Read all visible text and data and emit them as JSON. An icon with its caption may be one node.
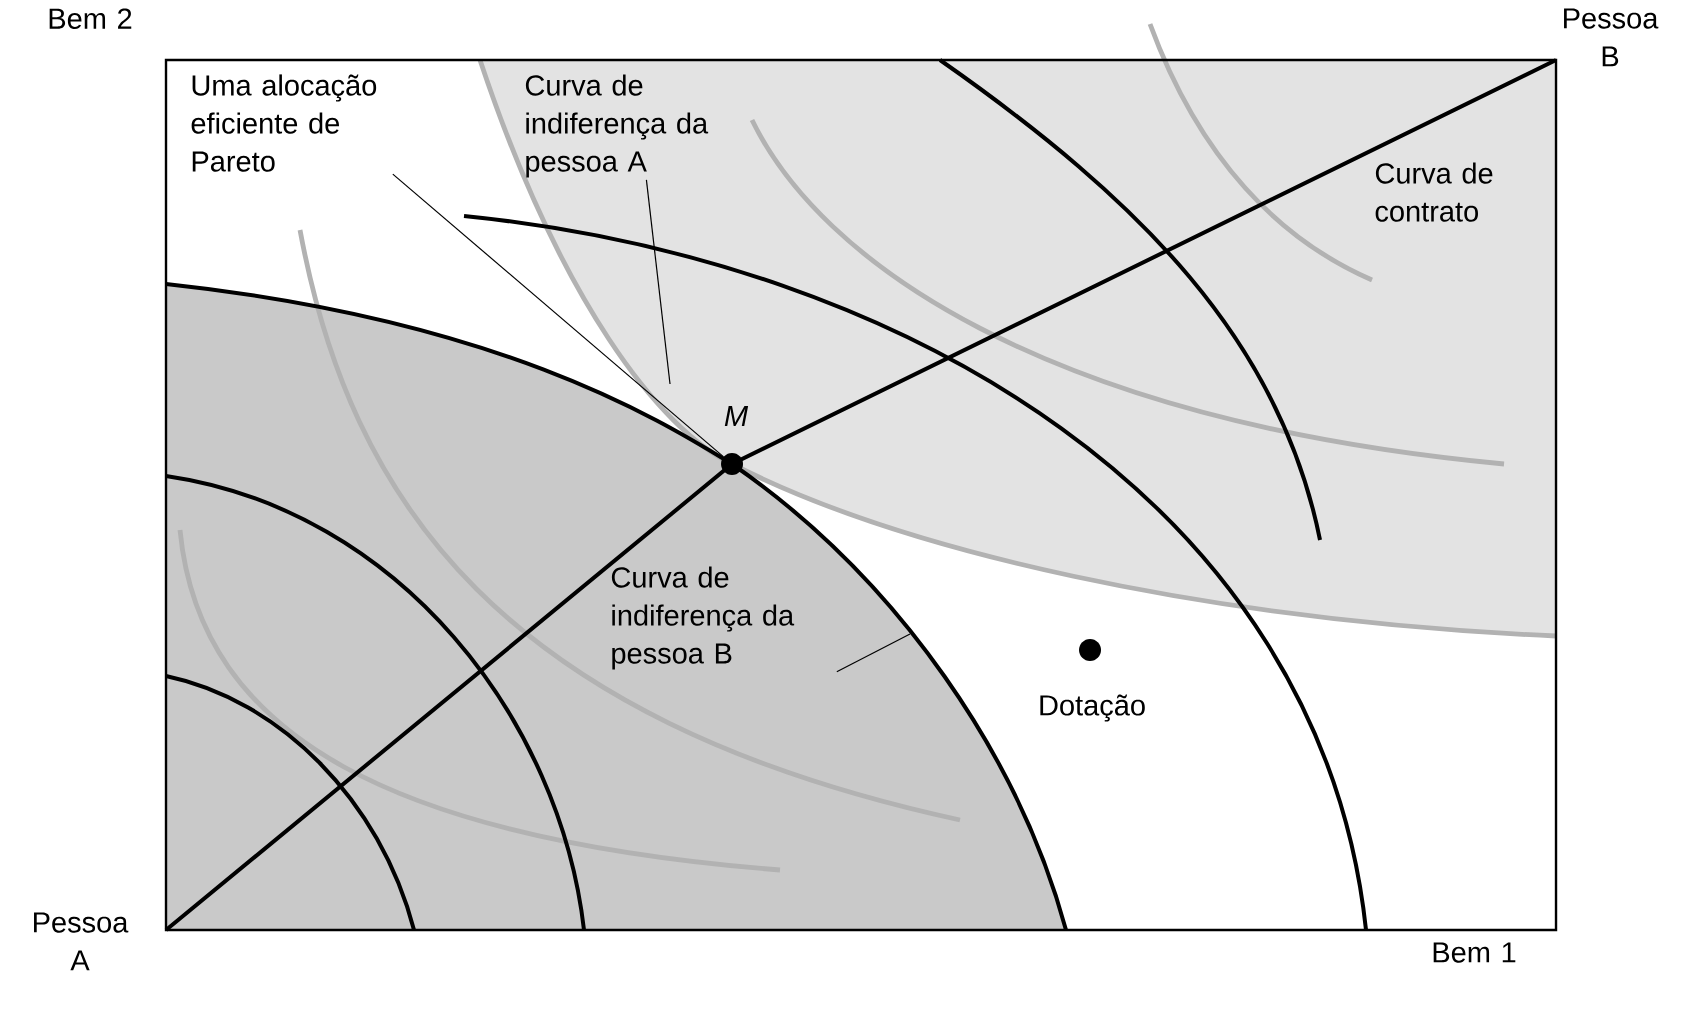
{
  "diagram": {
    "nodes": [
      {
        "text": [
          "Uma alocação eficiente de Pareto"
        ]
      },
      {
        "text": [
          "Curva de indiferença da pessoa A"
        ]
      },
      {
        "text": [
          "Curva de indiferença da pessoa B"
        ]
      },
      {
        "text": [],
        "shape": "circle",
        "beside": [
          "M"
        ]
      },
      {
        "text": [],
        "shape": "circle",
        "beside": [
          "Dotação"
        ]
      }
    ],
    "edges": [
      {
        "from": 0,
        "to": 3,
        "arrow": "none"
      },
      {
        "from": 1,
        "to": null,
        "arrow": "none"
      },
      {
        "from": 2,
        "to": null,
        "arrow": "none"
      }
    ],
    "labels": [
      "Bem 2",
      "Pessoa B",
      "Curva de contrato",
      "Pessoa A",
      "Bem 1"
    ]
  }
}
